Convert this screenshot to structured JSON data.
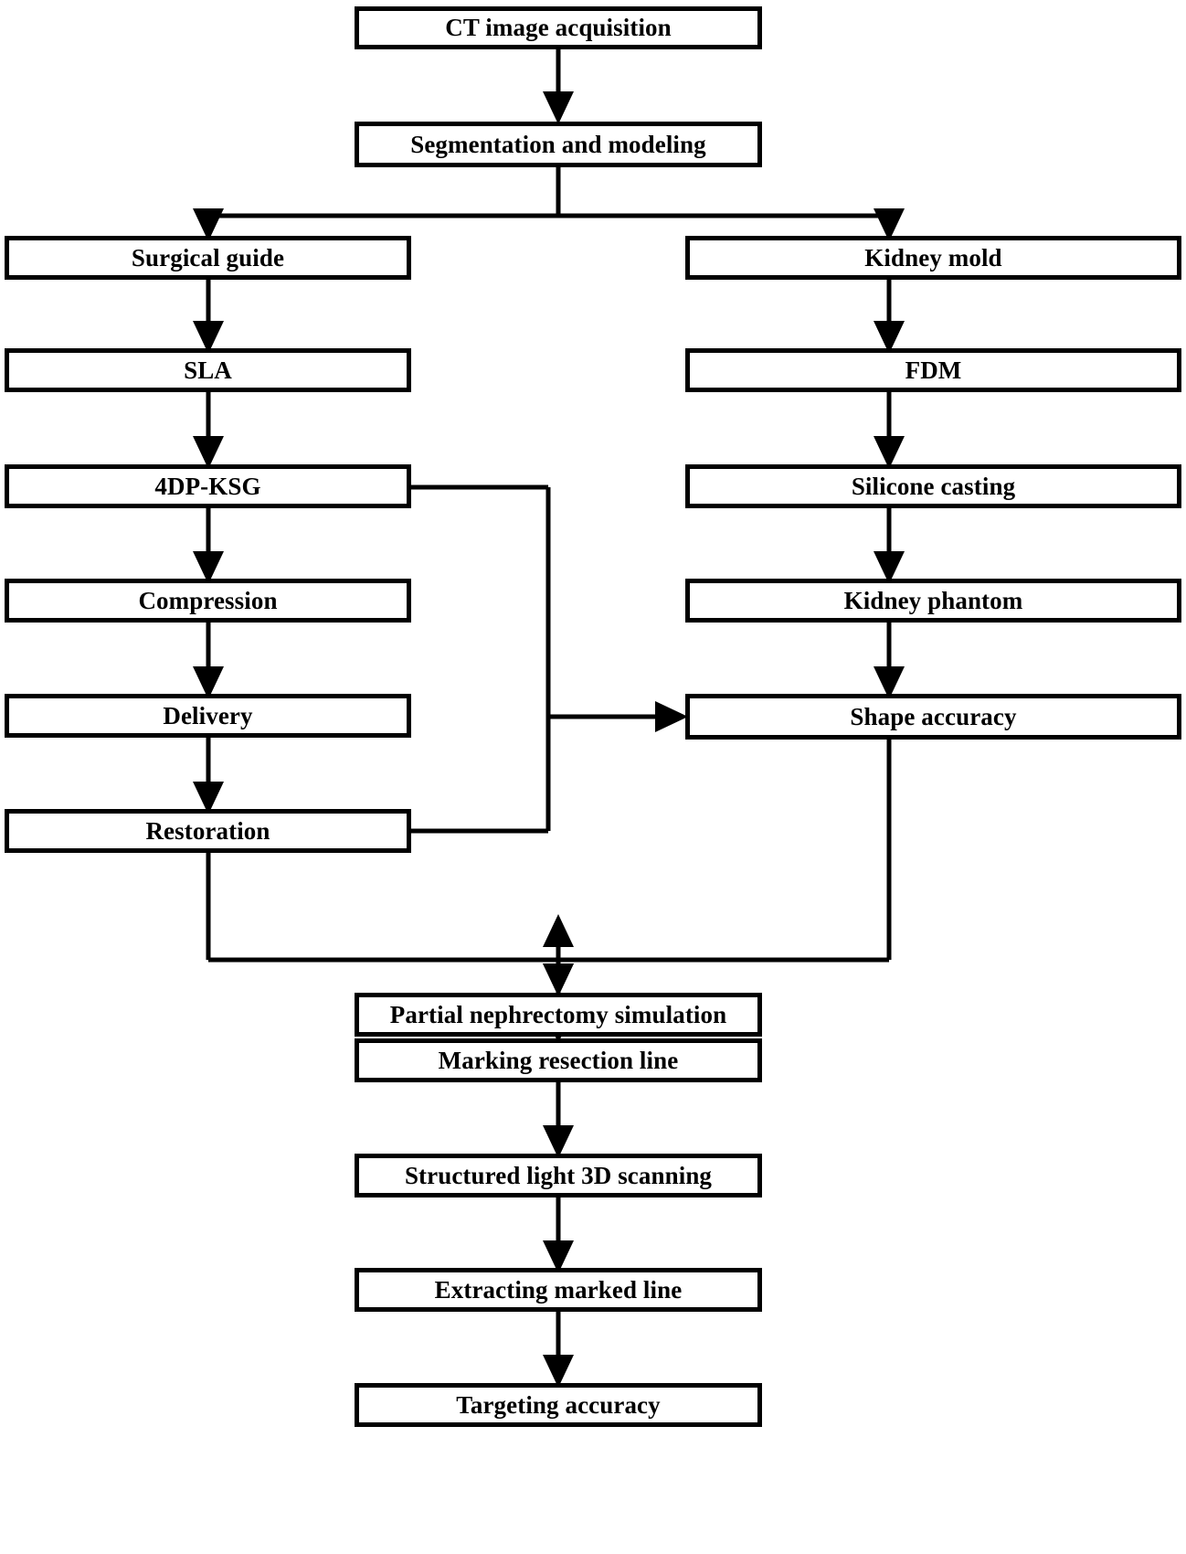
{
  "diagram": {
    "title": "Kidney surgical guide and phantom workflow flowchart",
    "type": "flowchart",
    "orientation": "top-down",
    "background_color": "#ffffff",
    "line_color": "#000000",
    "box_fill": "#ffffff",
    "border_color": "#000000"
  },
  "nodes": {
    "ct_image_acquisition": {
      "label": "CT image acquisition"
    },
    "segmentation_and_modeling": {
      "label": "Segmentation and modeling"
    },
    "surgical_guide": {
      "label": "Surgical guide"
    },
    "kidney_mold": {
      "label": "Kidney mold"
    },
    "sla": {
      "label": "SLA"
    },
    "fdm": {
      "label": "FDM"
    },
    "4dp_ksg": {
      "label": "4DP-KSG"
    },
    "silicone_casting": {
      "label": "Silicone casting"
    },
    "compression": {
      "label": "Compression"
    },
    "kidney_phantom": {
      "label": "Kidney phantom"
    },
    "delivery": {
      "label": "Delivery"
    },
    "shape_accuracy": {
      "label": "Shape accuracy"
    },
    "restoration": {
      "label": "Restoration"
    },
    "partial_nephrectomy_simulation": {
      "label": "Partial nephrectomy simulation"
    },
    "marking_resection_line": {
      "label": "Marking resection line"
    },
    "structured_light_3d_scanning": {
      "label": "Structured light 3D scanning"
    },
    "extracting_marked_line": {
      "label": "Extracting marked line"
    },
    "targeting_accuracy": {
      "label": "Targeting accuracy"
    }
  },
  "edges": [
    {
      "from": "ct_image_acquisition",
      "to": "segmentation_and_modeling",
      "style": "arrow"
    },
    {
      "from": "segmentation_and_modeling",
      "to": "surgical_guide",
      "style": "arrow-split-left"
    },
    {
      "from": "segmentation_and_modeling",
      "to": "kidney_mold",
      "style": "arrow-split-right"
    },
    {
      "from": "surgical_guide",
      "to": "sla",
      "style": "arrow"
    },
    {
      "from": "sla",
      "to": "4dp_ksg",
      "style": "arrow"
    },
    {
      "from": "4dp_ksg",
      "to": "compression",
      "style": "arrow"
    },
    {
      "from": "compression",
      "to": "delivery",
      "style": "arrow"
    },
    {
      "from": "delivery",
      "to": "restoration",
      "style": "arrow"
    },
    {
      "from": "kidney_mold",
      "to": "fdm",
      "style": "arrow"
    },
    {
      "from": "fdm",
      "to": "silicone_casting",
      "style": "arrow"
    },
    {
      "from": "silicone_casting",
      "to": "kidney_phantom",
      "style": "arrow"
    },
    {
      "from": "kidney_phantom",
      "to": "shape_accuracy",
      "style": "arrow"
    },
    {
      "from": "4dp_ksg",
      "to": "shape_accuracy",
      "style": "elbow-arrow"
    },
    {
      "from": "restoration",
      "to": "shape_accuracy",
      "style": "elbow-arrow"
    },
    {
      "from": "restoration",
      "to": "partial_nephrectomy_simulation",
      "style": "merge-arrow"
    },
    {
      "from": "shape_accuracy",
      "to": "partial_nephrectomy_simulation",
      "style": "merge-arrow"
    },
    {
      "from": "partial_nephrectomy_simulation",
      "to": "marking_resection_line",
      "style": "arrow"
    },
    {
      "from": "marking_resection_line",
      "to": "structured_light_3d_scanning",
      "style": "arrow"
    },
    {
      "from": "structured_light_3d_scanning",
      "to": "extracting_marked_line",
      "style": "arrow"
    },
    {
      "from": "extracting_marked_line",
      "to": "targeting_accuracy",
      "style": "arrow"
    }
  ]
}
